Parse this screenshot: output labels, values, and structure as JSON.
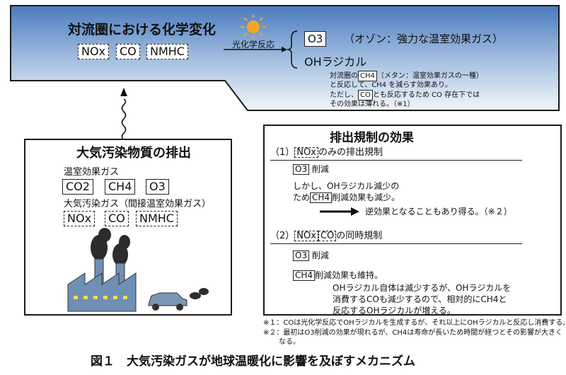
{
  "top_panel": {
    "title": "対流圏における化学変化",
    "pollutants": [
      "NOx",
      "CO",
      "NMHC"
    ],
    "arrow_label": "光化学反応",
    "o3_box": "O3",
    "o3_desc": "（オゾン：強力な温室効果ガス）",
    "oh_title": "OHラジカル",
    "oh_lines": [
      {
        "pre": "対流圏の",
        "box": "CH4",
        "post": "（メタン：温室効果ガスの一種）"
      },
      {
        "pre": "と反応して、CH4 を減らす効果あり。",
        "box": "",
        "post": ""
      },
      {
        "pre": "ただし、",
        "box": "CO",
        "post": "とも反応するため CO 存在下では"
      },
      {
        "pre": "その効果は薄れる。（※1）",
        "box": "",
        "post": ""
      }
    ]
  },
  "emission_panel": {
    "title": "大気汚染物質の排出",
    "ghg_label": "温室効果ガス",
    "ghg_items": [
      "CO2",
      "CH4",
      "O3"
    ],
    "indirect_label": "大気汚染ガス（間接温室効果ガス）",
    "indirect_items": [
      "NOx",
      "CO",
      "NMHC"
    ]
  },
  "regulation_panel": {
    "title": "排出規制の効果",
    "case1_prefix": "（1）",
    "case1_box": "NOx",
    "case1_suffix": "のみの排出規制",
    "case1_o3_box": "O3",
    "case1_o3_text": "削減",
    "case1_line1": "しかし、OHラジカル減少の",
    "case1_line2_pre": "ため",
    "case1_line2_box": "CH4",
    "case1_line2_post": "削減効果も減少。",
    "case1_arrow_text": "逆効果となることもあり得る。（※２）",
    "case2_prefix": "（2）",
    "case2_box1": "NOx",
    "case2_box2": "CO",
    "case2_suffix": "の同時規制",
    "case2_o3_box": "O3",
    "case2_o3_text": "削減",
    "case2_ch4_box": "CH4",
    "case2_ch4_text": "削減効果も維持。",
    "case2_lines": [
      "OHラジカル自体は減少するが、OHラジカルを",
      "消費するCOも減少するので、相対的にCH4と",
      "反応するOHラジカルが増える。"
    ]
  },
  "notes": [
    "※１：COは光化学反応でOHラジカルを生成するが、それ以上にOHラジカルと反応し消費する。",
    "※２：最初はO3削減の効果が現れるが、CH4は寿命が長いため時間が経つとその影響が大きく",
    "なる。"
  ],
  "caption": "図１　大気汚染ガスが地球温暖化に影響を及ぼすメカニズム",
  "colors": {
    "sky_top": "#4a7bbf",
    "sky_bottom": "#f4f8fc",
    "factory": "#6f8fb5",
    "smoke": "#2c2c2c",
    "car": "#7a97b6",
    "sun": "#f5a623"
  }
}
